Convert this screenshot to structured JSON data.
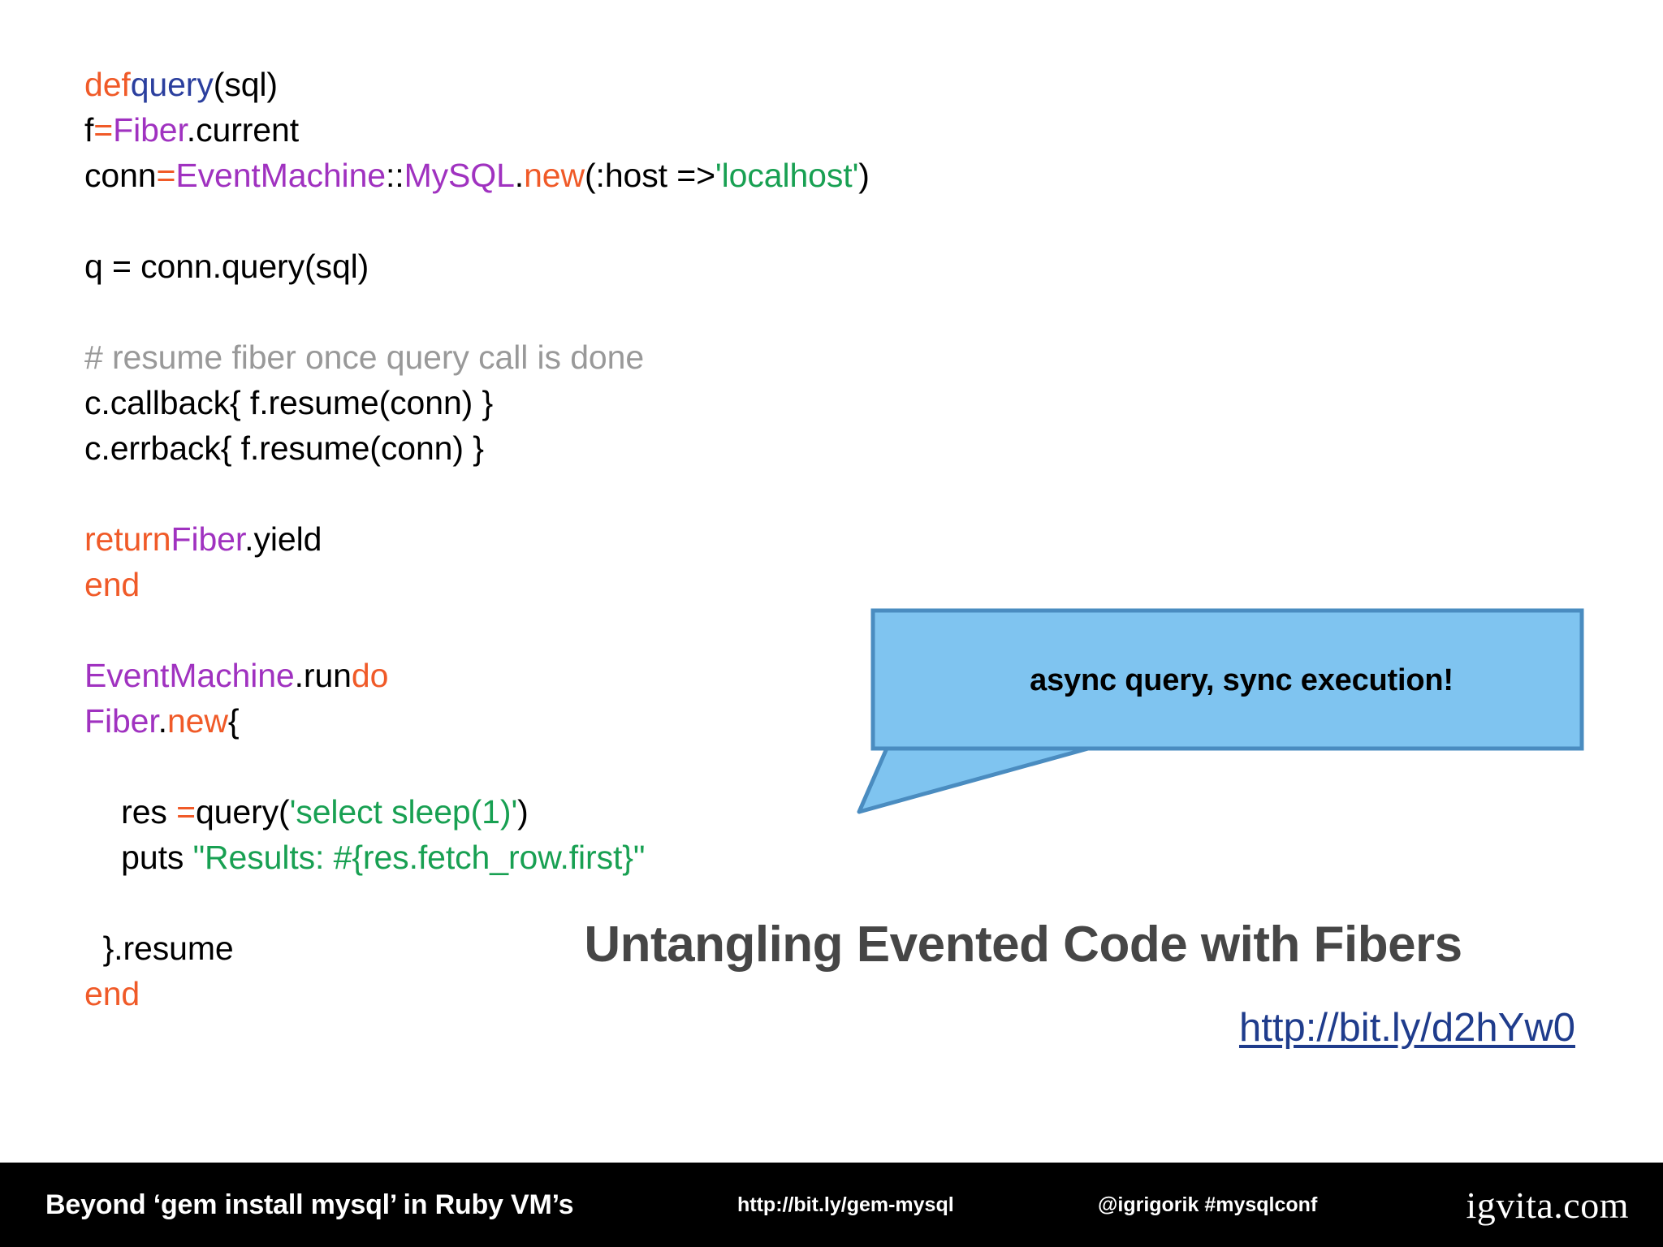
{
  "slide": {
    "title": "Untangling Evented Code with Fibers",
    "link": "http://bit.ly/d2hYw0",
    "background_color": "#FFFFFF"
  },
  "code": {
    "language": "ruby",
    "colors": {
      "keyword": "#F05A28",
      "method": "#2B3F9E",
      "constant": "#A032C0",
      "string": "#18A052",
      "comment": "#999999",
      "plain": "#000000"
    },
    "lines": [
      {
        "indent": 0,
        "tokens": [
          {
            "t": "def",
            "c": "kw"
          },
          {
            "t": "query",
            "c": "meth"
          },
          {
            "t": "(sql)",
            "c": "plain"
          }
        ]
      },
      {
        "indent": 0,
        "tokens": [
          {
            "t": "f",
            "c": "plain"
          },
          {
            "t": "=",
            "c": "op"
          },
          {
            "t": "Fiber",
            "c": "const"
          },
          {
            "t": ".current",
            "c": "plain"
          }
        ]
      },
      {
        "indent": 0,
        "tokens": [
          {
            "t": "conn",
            "c": "plain"
          },
          {
            "t": "=",
            "c": "op"
          },
          {
            "t": "EventMachine",
            "c": "const"
          },
          {
            "t": "::",
            "c": "plain"
          },
          {
            "t": "MySQL",
            "c": "const"
          },
          {
            "t": ".",
            "c": "plain"
          },
          {
            "t": "new",
            "c": "kw"
          },
          {
            "t": "(:host =>",
            "c": "plain"
          },
          {
            "t": "'localhost'",
            "c": "str"
          },
          {
            "t": ")",
            "c": "plain"
          }
        ]
      },
      {
        "indent": 0,
        "tokens": []
      },
      {
        "indent": 0,
        "tokens": [
          {
            "t": "q = conn.query(sql)",
            "c": "plain"
          }
        ]
      },
      {
        "indent": 0,
        "tokens": []
      },
      {
        "indent": 0,
        "tokens": [
          {
            "t": "# resume fiber once query call is done",
            "c": "com"
          }
        ]
      },
      {
        "indent": 0,
        "tokens": [
          {
            "t": "c.callback{ f.resume(conn) }",
            "c": "plain"
          }
        ]
      },
      {
        "indent": 0,
        "tokens": [
          {
            "t": "c.errback{ f.resume(conn) }",
            "c": "plain"
          }
        ]
      },
      {
        "indent": 0,
        "tokens": []
      },
      {
        "indent": 0,
        "tokens": [
          {
            "t": "return",
            "c": "kw"
          },
          {
            "t": "Fiber",
            "c": "const"
          },
          {
            "t": ".yield",
            "c": "plain"
          }
        ]
      },
      {
        "indent": 0,
        "tokens": [
          {
            "t": "end",
            "c": "kw"
          }
        ]
      },
      {
        "indent": 0,
        "tokens": []
      },
      {
        "indent": 0,
        "tokens": [
          {
            "t": "EventMachine",
            "c": "const"
          },
          {
            "t": ".run",
            "c": "plain"
          },
          {
            "t": "do",
            "c": "kw"
          }
        ]
      },
      {
        "indent": 0,
        "tokens": [
          {
            "t": "Fiber",
            "c": "const"
          },
          {
            "t": ".",
            "c": "plain"
          },
          {
            "t": "new",
            "c": "kw"
          },
          {
            "t": "{",
            "c": "plain"
          }
        ]
      },
      {
        "indent": 0,
        "tokens": []
      },
      {
        "indent": 2,
        "tokens": [
          {
            "t": "res ",
            "c": "plain"
          },
          {
            "t": "=",
            "c": "op"
          },
          {
            "t": "query(",
            "c": "plain"
          },
          {
            "t": "'select sleep(1)'",
            "c": "str"
          },
          {
            "t": ")",
            "c": "plain"
          }
        ]
      },
      {
        "indent": 2,
        "tokens": [
          {
            "t": "puts ",
            "c": "plain"
          },
          {
            "t": "\"Results: #{res.fetch_row.first}\"",
            "c": "str"
          }
        ]
      },
      {
        "indent": 0,
        "tokens": []
      },
      {
        "indent": 1,
        "tokens": [
          {
            "t": "}.resume",
            "c": "plain"
          }
        ]
      },
      {
        "indent": 0,
        "tokens": [
          {
            "t": "end",
            "c": "kw"
          }
        ]
      }
    ]
  },
  "callout": {
    "text": "async query, sync execution!",
    "fill_color": "#7FC4F0",
    "border_color": "#4A8CC0"
  },
  "footer": {
    "left_text": "Beyond ‘gem install mysql’ in Ruby VM’s",
    "url": "http://bit.ly/gem-mysql",
    "handle": "@igrigorik #mysqlconf",
    "logo": "igvita.com",
    "background_color": "#000000"
  }
}
